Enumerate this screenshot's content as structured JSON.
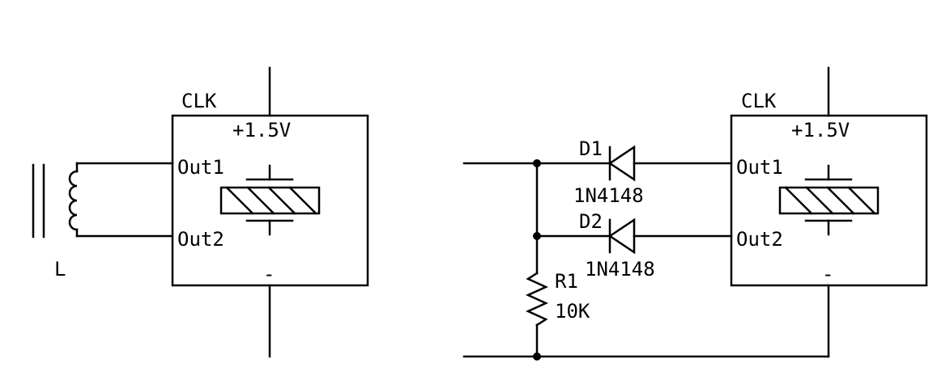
{
  "left_circuit": {
    "module_label": "CLK",
    "supply_label": "+1.5V",
    "pin1_label": "Out1",
    "pin2_label": "Out2",
    "minus_label": "-",
    "inductor_label": "L"
  },
  "right_circuit": {
    "module_label": "CLK",
    "supply_label": "+1.5V",
    "pin1_label": "Out1",
    "pin2_label": "Out2",
    "minus_label": "-",
    "d1_label": "D1",
    "d1_part": "1N4148",
    "d2_label": "D2",
    "d2_part": "1N4148",
    "r1_label": "R1",
    "r1_value": "10K"
  }
}
